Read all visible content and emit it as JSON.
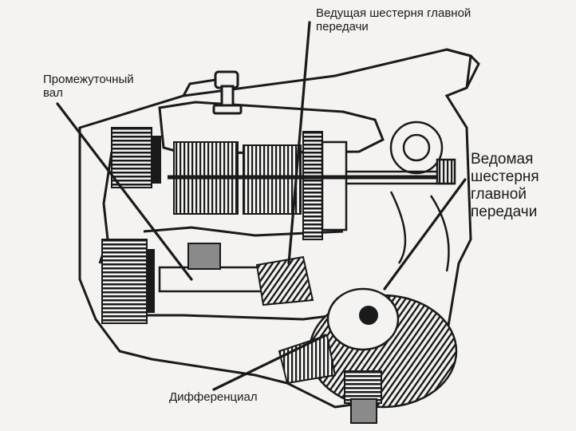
{
  "labels": {
    "drive_pinion": [
      "Ведущая шестерня главной",
      "передачи"
    ],
    "countershaft": [
      "Промежуточный",
      "вал"
    ],
    "driven_gear": [
      "Ведомая",
      "шестерня",
      "главной",
      "передачи"
    ],
    "differential": "Дифференциал"
  },
  "colors": {
    "ink": "#1a1a1a",
    "paper": "#f4f3f1",
    "shade": "#8a8a8a"
  }
}
